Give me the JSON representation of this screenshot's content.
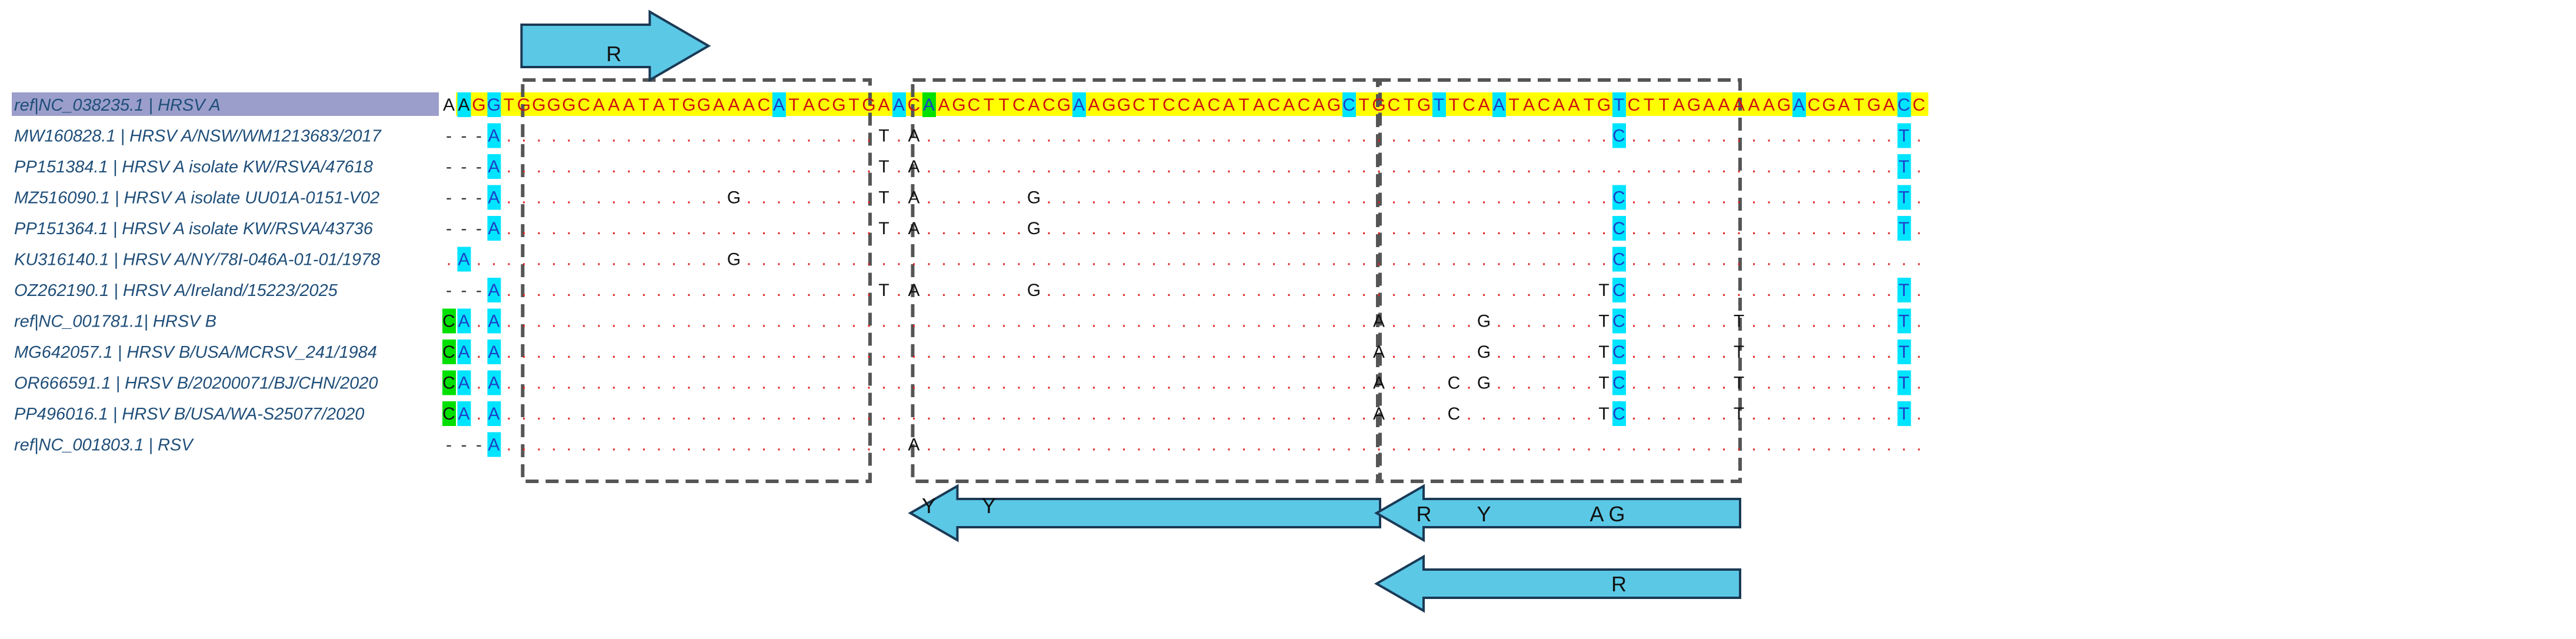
{
  "alignment": {
    "reference_label": "ref|NC_038235.1 | HRSV A",
    "reference_sequence": "AAGGTGGGGCAAATATGGAAACATACGTGAACAAGCTTCACGAAGGCTCCACATACACAGCTGCTGTTCAATACAATGTCTTAGAAAAAGACGATGACC",
    "sequences": [
      {
        "label": "MW160828.1 | HRSV A/NSW/WM1213683/2017",
        "gap_prefix": 3,
        "variants": {
          "3": "A",
          "29": "T",
          "31": "A",
          "78": "C",
          "97": "T"
        }
      },
      {
        "label": "PP151384.1 | HRSV A isolate KW/RSVA/47618",
        "gap_prefix": 3,
        "variants": {
          "3": "A",
          "29": "T",
          "31": "A",
          "97": "T"
        }
      },
      {
        "label": "MZ516090.1 | HRSV A isolate UU01A-0151-V02",
        "gap_prefix": 3,
        "variants": {
          "3": "A",
          "19": "G",
          "29": "T",
          "31": "A",
          "39": "G",
          "78": "C",
          "97": "T"
        }
      },
      {
        "label": "PP151364.1 | HRSV A isolate KW/RSVA/43736",
        "gap_prefix": 3,
        "variants": {
          "3": "A",
          "29": "T",
          "31": "A",
          "39": "G",
          "78": "C",
          "97": "T"
        }
      },
      {
        "label": "KU316140.1 | HRSV A/NY/78I-046A-01-01/1978",
        "gap_prefix": 0,
        "variants": {
          "1": "A",
          "19": "G",
          "78": "C"
        }
      },
      {
        "label": "OZ262190.1 | HRSV A/Ireland/15223/2025",
        "gap_prefix": 3,
        "variants": {
          "3": "A",
          "29": "T",
          "31": "A",
          "39": "G",
          "77": "T",
          "78": "C",
          "97": "T"
        }
      },
      {
        "label": "ref|NC_001781.1| HRSV B",
        "gap_prefix": 0,
        "variants": {
          "0": "C",
          "1": "A",
          "3": "A",
          "62": "A",
          "69": "G",
          "77": "T",
          "78": "C",
          "86": "T",
          "97": "T"
        }
      },
      {
        "label": "MG642057.1 | HRSV B/USA/MCRSV_241/1984",
        "gap_prefix": 0,
        "variants": {
          "0": "C",
          "1": "A",
          "3": "A",
          "62": "A",
          "69": "G",
          "77": "T",
          "78": "C",
          "86": "T",
          "97": "T"
        }
      },
      {
        "label": "OR666591.1 | HRSV B/20200071/BJ/CHN/2020",
        "gap_prefix": 0,
        "variants": {
          "0": "C",
          "1": "A",
          "3": "A",
          "62": "A",
          "67": "C",
          "69": "G",
          "77": "T",
          "78": "C",
          "86": "T",
          "97": "T"
        }
      },
      {
        "label": "PP496016.1 | HRSV B/USA/WA-S25077/2020",
        "gap_prefix": 0,
        "variants": {
          "0": "C",
          "1": "A",
          "3": "A",
          "62": "A",
          "67": "C",
          "77": "T",
          "78": "C",
          "86": "T",
          "97": "T"
        }
      },
      {
        "label": "ref|NC_001803.1 | RSV",
        "gap_prefix": 3,
        "variants": {
          "3": "A",
          "31": "A"
        }
      }
    ],
    "highlight_columns": [
      {
        "col": 1,
        "color": "#00e5ff"
      },
      {
        "col": 3,
        "color": "#00e5ff"
      },
      {
        "col": 22,
        "color": "#00e5ff"
      },
      {
        "col": 30,
        "color": "#00e5ff"
      },
      {
        "col": 32,
        "color": "#00e000"
      },
      {
        "col": 42,
        "color": "#00e5ff"
      },
      {
        "col": 60,
        "color": "#00e5ff"
      },
      {
        "col": 66,
        "color": "#00e5ff"
      },
      {
        "col": 70,
        "color": "#00e5ff"
      },
      {
        "col": 78,
        "color": "#00e5ff"
      },
      {
        "col": 90,
        "color": "#00e5ff"
      },
      {
        "col": 97,
        "color": "#00e5ff"
      }
    ],
    "b_c_column": 0,
    "colors": {
      "ref_highlight": "#ffff00",
      "match_dot": "#e02020",
      "gap_dash": "#333333",
      "variant_text": "#111111",
      "cyan": "#00e5ff",
      "green": "#00e000",
      "label_bar": "#9b9ecb",
      "arrow_fill": "#5bc8e6",
      "arrow_stroke": "#1a3a55"
    }
  },
  "primers": {
    "forward_top_label": "R",
    "reverse_left_labels": [
      "Y",
      "Y"
    ],
    "reverse_right_labels": [
      "R",
      "Y",
      "A G"
    ],
    "reverse_bottom_label": "R"
  }
}
